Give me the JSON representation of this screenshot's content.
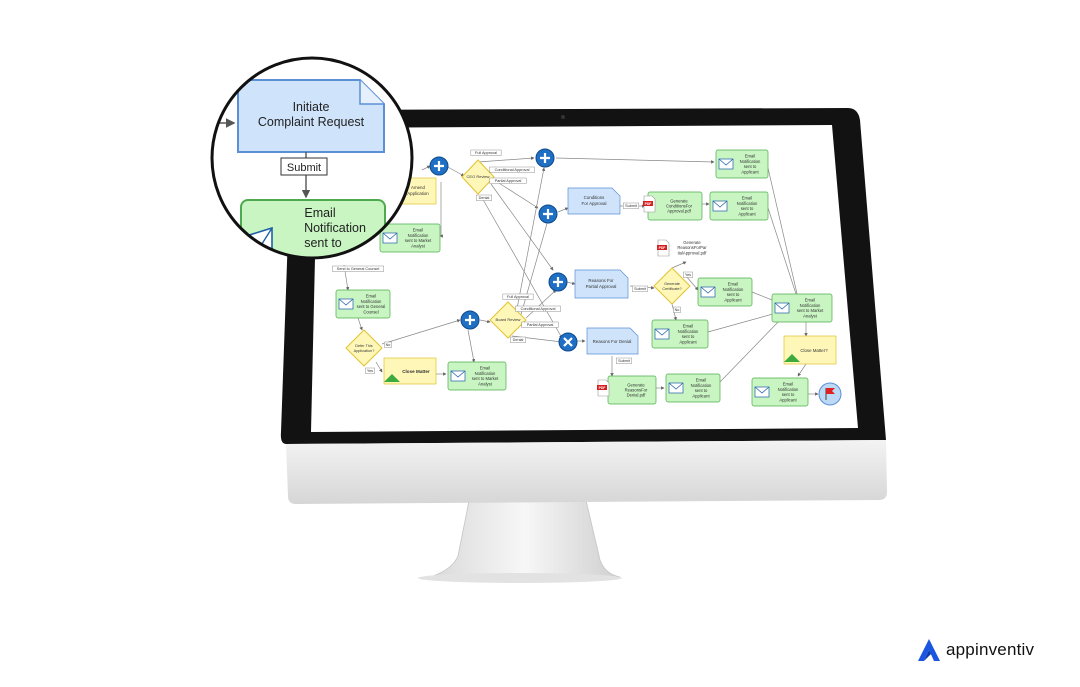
{
  "zoom": {
    "task_label": "Initiate Complaint Request",
    "task_lines": [
      "Initiate",
      "Complaint Request"
    ],
    "submit_label": "Submit",
    "email_lines": [
      "Email",
      "Notification",
      "sent to"
    ]
  },
  "flow": {
    "full_approval_1": "Full Approval",
    "conditional_approval_1": "Conditional Approval",
    "partial_approval_1": "Partial Approval",
    "denial_1": "Denial",
    "ceo_review": [
      "CEO Review"
    ],
    "amend_app": [
      "Amend",
      "Application"
    ],
    "email_market_1": [
      "Email",
      "Notification",
      "sent to Market",
      "Analyst"
    ],
    "send_general_counsel": "Send to General Counsel",
    "email_general_counsel": [
      "Email",
      "Notification",
      "sent to General",
      "Counsel"
    ],
    "defer_app": [
      "Defer This",
      "Application?"
    ],
    "no_1": "No",
    "yes_1": "Yes",
    "close_matter_1": "Close Matter",
    "email_market_2": [
      "Email",
      "Notification",
      "sent to Market",
      "Analyst"
    ],
    "board_review": [
      "Board Review"
    ],
    "full_approval_2": "Full Approval",
    "conditional_approval_2": "Conditional Approval",
    "partial_approval_2": "Partial Approval",
    "denial_2": "Denial",
    "conditions_approval": [
      "Conditions",
      "For Approval"
    ],
    "submit_1": "Submit",
    "gen_conditions": [
      "Generate",
      "ConditionsFor",
      "Approval.pdf"
    ],
    "email_applicant_conditions": [
      "Email",
      "Notification",
      "sent to",
      "Applicant"
    ],
    "email_applicant_top": [
      "Email",
      "Notification",
      "sent to",
      "Applicant"
    ],
    "gen_reasons_partial": [
      "Generate",
      "ReasonsForPar",
      "tialApproval.pdf"
    ],
    "reasons_partial": [
      "Reasons For",
      "Partial Approval"
    ],
    "submit_2": "Submit",
    "gen_certificate": [
      "Generate",
      "Certificate?"
    ],
    "yes_2": "Yes",
    "no_2": "No",
    "email_applicant_cert": [
      "Email",
      "Notification",
      "sent to",
      "Applicant"
    ],
    "email_applicant_mid": [
      "Email",
      "Notification",
      "sent to",
      "Applicant"
    ],
    "email_market_right": [
      "Email",
      "Notification",
      "sent to Market",
      "Analyst"
    ],
    "close_matter_2": [
      "Close Matter?"
    ],
    "reasons_denial": [
      "Reasons For Denial"
    ],
    "submit_3": "Submit",
    "gen_denial": [
      "Generate",
      "ReasonsFor",
      "Denial.pdf"
    ],
    "email_applicant_denial": [
      "Email",
      "Notification",
      "sent to",
      "Applicant"
    ],
    "email_applicant_final": [
      "Email",
      "Notification",
      "sent to",
      "Applicant"
    ],
    "pdf": "PDF"
  },
  "brand": {
    "name": "appinventiv",
    "accent": "#1a56e0"
  },
  "colors": {
    "task_blue": "#cfe4fb",
    "task_blue_border": "#5b8fd6",
    "email_green": "#c8f5c2",
    "email_green_border": "#4faa4f",
    "gateway_yellow": "#fff7b8",
    "gateway_border": "#e0c230",
    "gateway_plus": "#1f6fc4"
  }
}
